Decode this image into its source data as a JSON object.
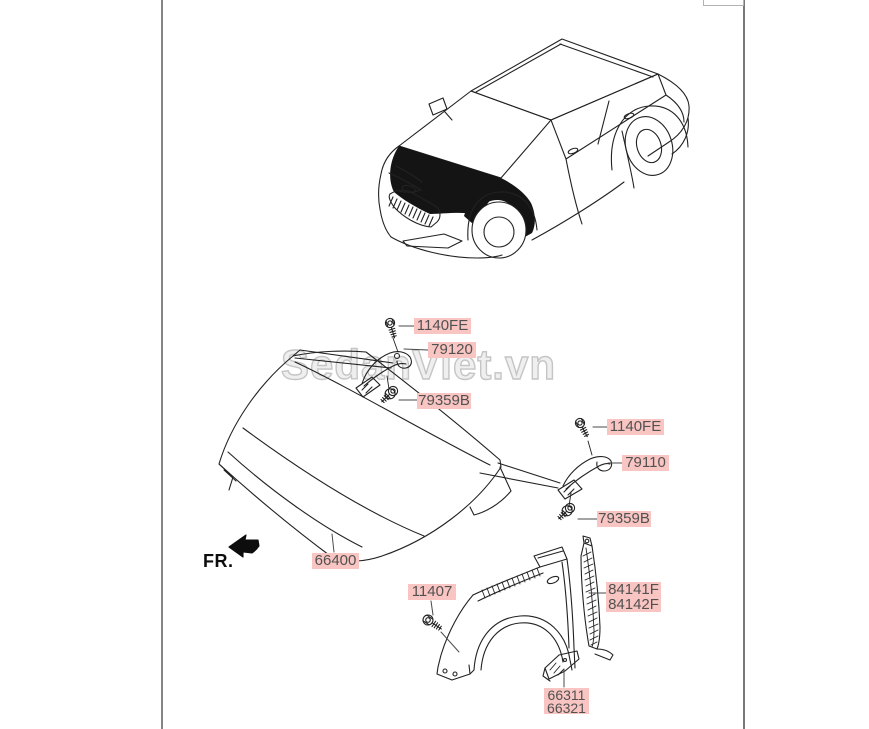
{
  "page": {
    "watermark": "SedanViet.vn",
    "fr_label": "FR.",
    "part_labels": [
      {
        "code": "1140FE"
      },
      {
        "code": "79120"
      },
      {
        "code": "79359B"
      },
      {
        "code": "1140FE"
      },
      {
        "code": "79110"
      },
      {
        "code": "79359B"
      },
      {
        "code": "66400"
      },
      {
        "code": "11407"
      },
      {
        "code": "84141F"
      },
      {
        "code": "84142F"
      },
      {
        "code": "66311"
      },
      {
        "code": "66321"
      }
    ],
    "colors": {
      "label_background": "#f8c5c2",
      "label_text": "#515151",
      "line_art": "#222222",
      "leader_line": "#4a4a4a",
      "watermark_outline": "#c5c5c5",
      "page_border": "#858585",
      "highlight_fill": "#141414"
    },
    "icons": {
      "fr_arrow": "solid-left-arrow",
      "bolt": "flange-bolt-glyph"
    }
  }
}
